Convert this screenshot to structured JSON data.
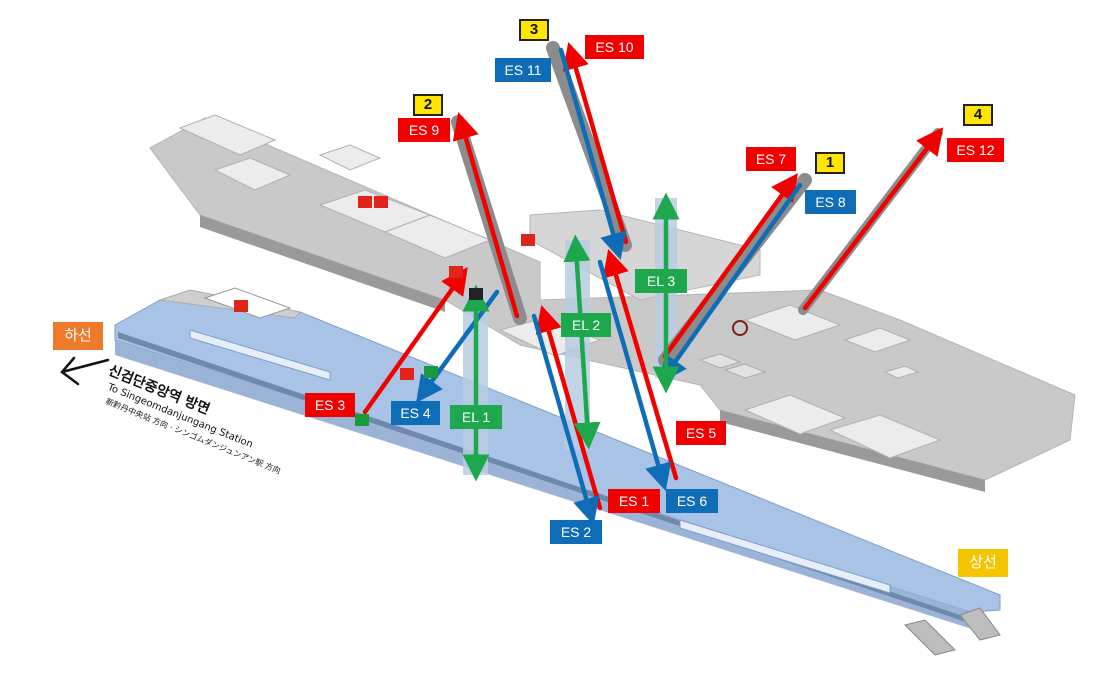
{
  "directions": {
    "down_label": "하선",
    "up_label": "상선",
    "down_dest_korean": "신검단중앙역 방면",
    "down_dest_english": "To Singeomdanjungang Station",
    "down_dest_cjk": "新黔丹中央站 方向 · シンゴムダンジュンアン駅 方向"
  },
  "exits": {
    "exit1": "1",
    "exit2": "2",
    "exit3": "3",
    "exit4": "4"
  },
  "escalators": {
    "es1": "ES 1",
    "es2": "ES 2",
    "es3": "ES 3",
    "es4": "ES 4",
    "es5": "ES 5",
    "es6": "ES 6",
    "es7": "ES 7",
    "es8": "ES 8",
    "es9": "ES 9",
    "es10": "ES 10",
    "es11": "ES 11",
    "es12": "ES 12"
  },
  "elevators": {
    "el1": "EL 1",
    "el2": "EL 2",
    "el3": "EL 3"
  },
  "colors": {
    "up_red": "#f20000",
    "down_blue": "#0f6db8",
    "elevator_green": "#1ea84e",
    "platform_blue": "#a9c3e6",
    "concourse_grey": "#c9c9c9",
    "down_tag": "#ef7a2a",
    "up_tag": "#f5c400"
  }
}
